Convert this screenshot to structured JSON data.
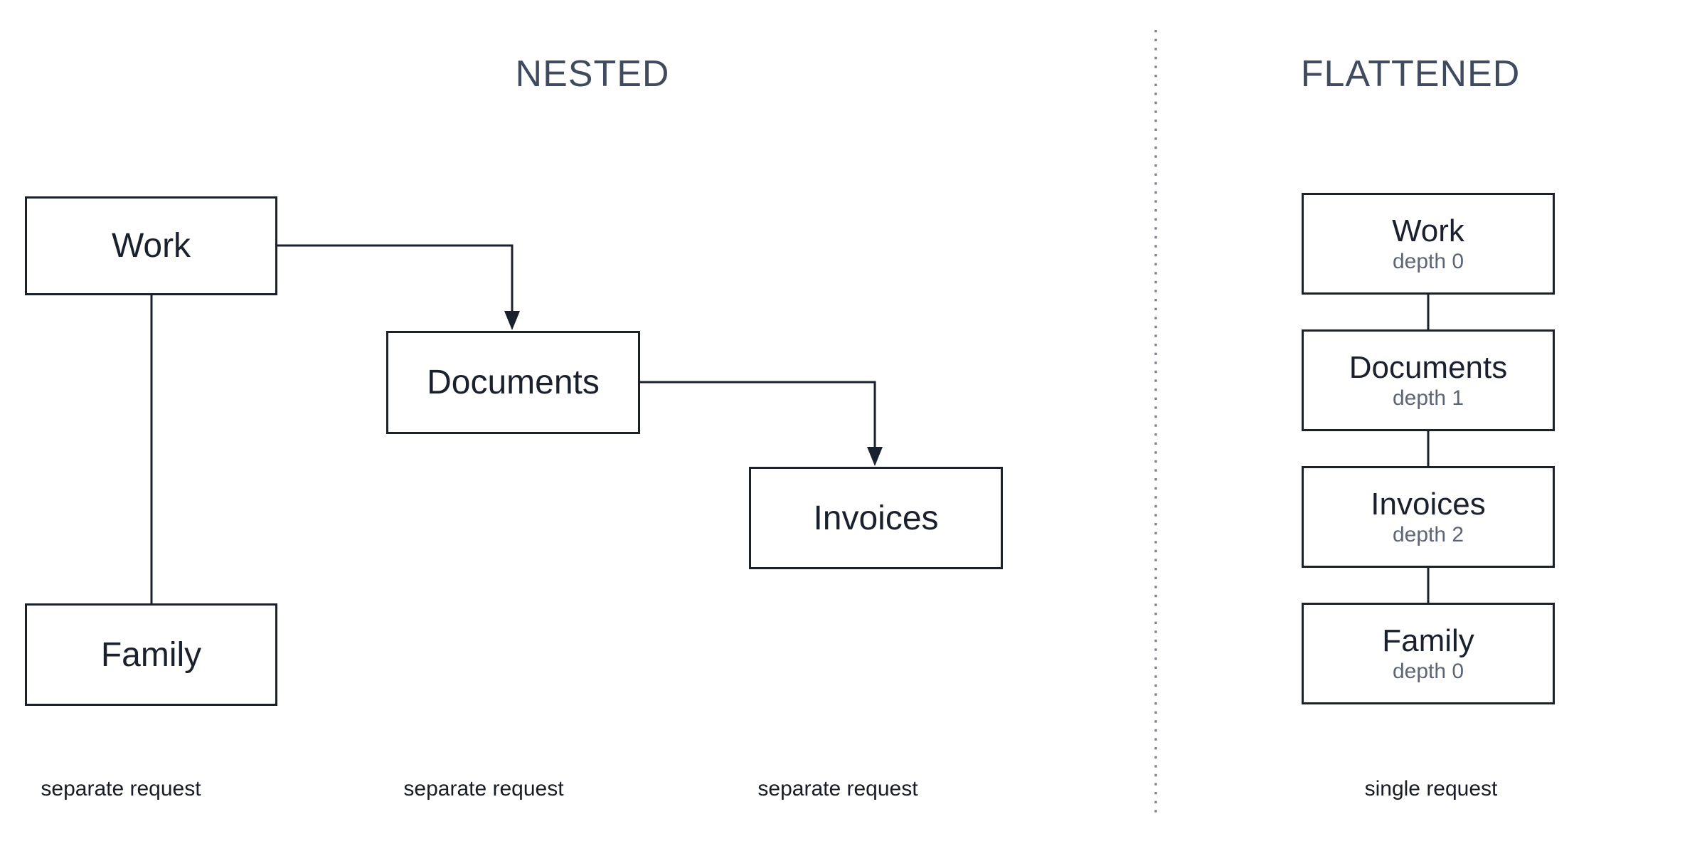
{
  "titles": {
    "nested": "NESTED",
    "flattened": "FLATTENED"
  },
  "nested": {
    "nodes": [
      {
        "id": "work",
        "label": "Work"
      },
      {
        "id": "documents",
        "label": "Documents"
      },
      {
        "id": "invoices",
        "label": "Invoices"
      },
      {
        "id": "family",
        "label": "Family"
      }
    ],
    "edges": [
      {
        "from": "work",
        "to": "documents",
        "arrow": true
      },
      {
        "from": "documents",
        "to": "invoices",
        "arrow": true
      },
      {
        "from": "work",
        "to": "family",
        "arrow": false
      }
    ],
    "captions": [
      "separate request",
      "separate request",
      "separate request"
    ]
  },
  "flattened": {
    "nodes": [
      {
        "label": "Work",
        "depth": "depth 0"
      },
      {
        "label": "Documents",
        "depth": "depth 1"
      },
      {
        "label": "Invoices",
        "depth": "depth 2"
      },
      {
        "label": "Family",
        "depth": "depth 0"
      }
    ],
    "caption": "single request"
  },
  "colors": {
    "background": "#ffffff",
    "box_border": "#1a202c",
    "box_text": "#1a202c",
    "title_text": "#404b5f",
    "depth_text": "#5c6573",
    "caption_text": "#171c26",
    "divider_dots": "#7f858e"
  }
}
